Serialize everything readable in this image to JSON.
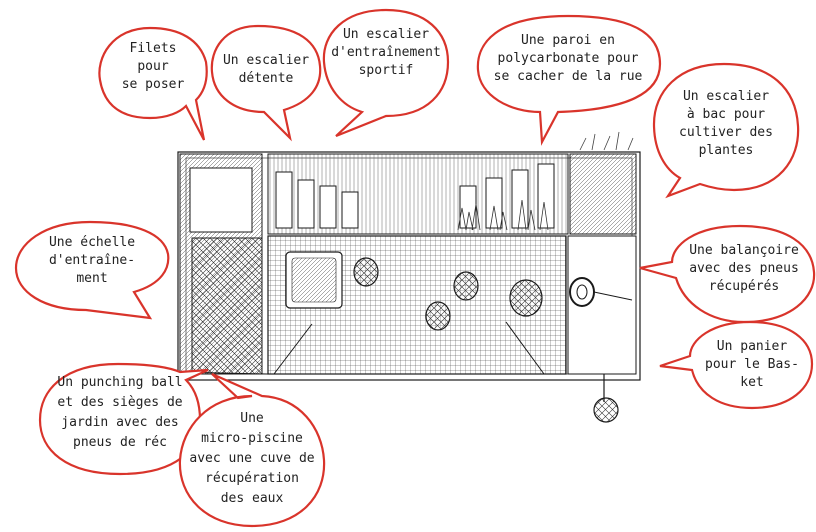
{
  "colors": {
    "bubble_stroke": "#d9342b",
    "ink": "#1a1a1a",
    "background": "#ffffff"
  },
  "labels": [
    {
      "id": "filets",
      "lines": [
        "Filets",
        "pour",
        "se poser"
      ]
    },
    {
      "id": "escalier-detente",
      "lines": [
        "Un escalier",
        "détente"
      ]
    },
    {
      "id": "escalier-sportif",
      "lines": [
        "Un escalier",
        "d'entraînement",
        "sportif"
      ]
    },
    {
      "id": "paroi",
      "lines": [
        "Une paroi en",
        "polycarbonate pour",
        "se cacher de la rue"
      ]
    },
    {
      "id": "escalier-bac",
      "lines": [
        "Un escalier",
        "à bac pour",
        "cultiver des",
        "plantes"
      ]
    },
    {
      "id": "echelle",
      "lines": [
        "Une échelle",
        "d'entraîne-",
        "ment"
      ]
    },
    {
      "id": "balancoire",
      "lines": [
        "Une balançoire",
        "avec des pneus",
        "récupérés"
      ]
    },
    {
      "id": "panier",
      "lines": [
        "Un panier",
        "pour le Bas-",
        "ket"
      ]
    },
    {
      "id": "punching",
      "lines": [
        "Un punching ball",
        "et des sièges de",
        "jardin avec des",
        "pneus de réc"
      ]
    },
    {
      "id": "piscine",
      "lines": [
        "Une",
        "micro-piscine",
        "avec une cuve de",
        "récupération",
        "des eaux"
      ]
    }
  ]
}
